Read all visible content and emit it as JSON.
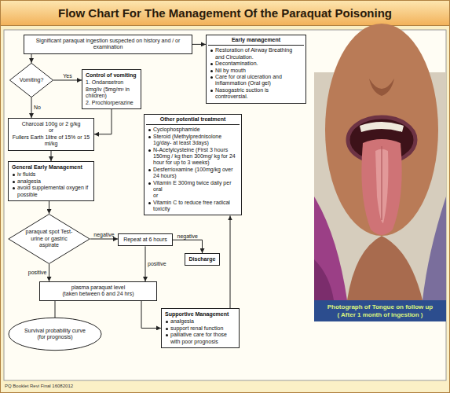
{
  "diagram": {
    "title": "Flow Chart For The Management Of the Paraquat Poisoning",
    "nodes": [
      {
        "text": [
          "Significant paraquat ingestion suspected on history and / or examination"
        ]
      },
      {
        "text": [
          "Early management",
          "Restoration of Airway Breathing and Circulation.",
          "Decontamination.",
          "Nil by mouth",
          "Care for oral ulceration and inflammation (Oral gel)",
          "Nasogastric suction is controversial."
        ]
      },
      {
        "text": [
          "Vomiting?"
        ]
      },
      {
        "text": [
          "Control of vomiting",
          "1. Ondansetron 8mg/iv (5mg/m² in children)",
          "2. Prochlorperazine"
        ]
      },
      {
        "text": [
          "Charcoal 100g or 2 g/kg",
          "or",
          "Fullers Earth 1litre of 15% or 15 ml/kg"
        ]
      },
      {
        "text": [
          "Other potential treatment",
          "Cyclophosphamide",
          "Steroid (Methylprednisolone 1g/day- at least 3days)",
          "N-Acetylcysteine (First 3 hours 150mg / kg then 300mg/ kg for 24 hour for up to 3 weeks)",
          "Desferrioxamine (100mg/kg over 24 hours)",
          "Vitamin E 300mg twice daily per oral",
          "or",
          "Vitamin C to reduce free radical toxicity"
        ]
      },
      {
        "text": [
          "General Early Management",
          "iv fluids",
          "analgesia",
          "avoid supplemental oxygen if possible"
        ]
      },
      {
        "text": [
          "paraquat spot Test-urine or gastric aspirate"
        ]
      },
      {
        "text": [
          "Repeat at 6 hours"
        ]
      },
      {
        "text": [
          "Discharge"
        ]
      },
      {
        "text": [
          "plasma paraquat level",
          "(taken between 6 and 24 hrs)"
        ]
      },
      {
        "text": [
          "Survival probability curve (for prognosis)"
        ]
      },
      {
        "text": [
          "Supportive Management",
          "analgesia",
          "support renal function",
          "palliative care for those with poor prognosis"
        ]
      },
      {
        "text": [
          "Photograph of Tongue on follow up",
          "( After 1 month of ingestion )"
        ]
      }
    ],
    "edges": [
      {
        "from": 0,
        "to": 1,
        "arrow": "to"
      },
      {
        "from": 0,
        "to": 2,
        "arrow": "to"
      },
      {
        "from": 2,
        "to": 3,
        "label": "Yes",
        "arrow": "to"
      },
      {
        "from": 2,
        "to": 4,
        "label": "No",
        "arrow": "to"
      },
      {
        "from": 3,
        "to": 4,
        "arrow": "to"
      },
      {
        "from": 4,
        "to": 6,
        "arrow": "to"
      },
      {
        "from": 6,
        "to": 7,
        "arrow": "to"
      },
      {
        "from": 7,
        "to": 8,
        "label": "negative",
        "arrow": "to"
      },
      {
        "from": 8,
        "to": 9,
        "label": "negative",
        "arrow": "to"
      },
      {
        "from": 8,
        "to": 10,
        "label": "positive",
        "arrow": "to"
      },
      {
        "from": 7,
        "to": 10,
        "label": "positive",
        "arrow": "to"
      },
      {
        "from": 10,
        "to": 12,
        "arrow": "to"
      },
      {
        "from": 10,
        "to": 11,
        "arrow": "none"
      },
      {
        "from": 12,
        "to": 5,
        "arrow": "to"
      }
    ],
    "labels": [
      "PQ Booklet Revi Final 16082012"
    ]
  }
}
